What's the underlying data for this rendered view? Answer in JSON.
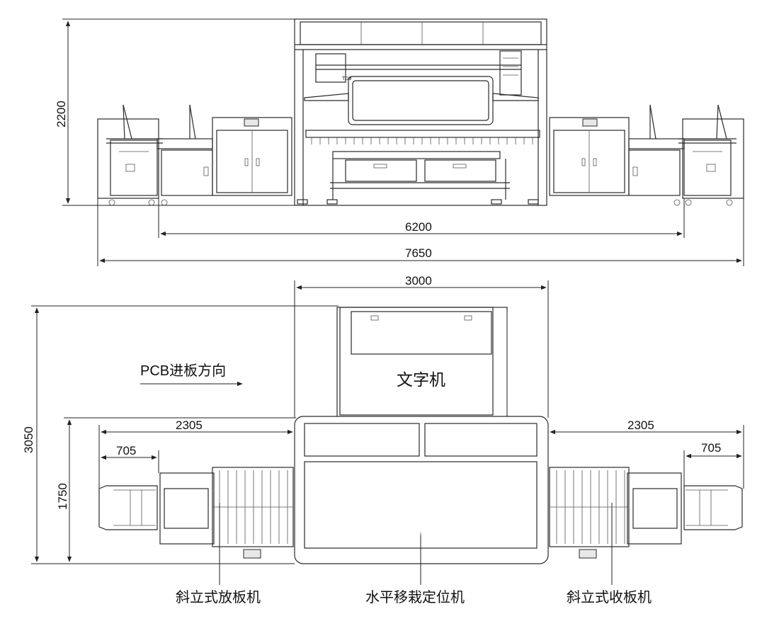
{
  "front_view": {
    "model_tag": "TD9",
    "dims": {
      "height": "2200",
      "inner_width": "6200",
      "overall_width": "7650"
    }
  },
  "top_view": {
    "dims": {
      "printer_width": "3000",
      "total_depth": "3050",
      "module_depth": "1750",
      "left_length": "2305",
      "left_conveyor": "705",
      "right_length": "2305",
      "right_conveyor": "705"
    },
    "direction_label": "PCB进板方向",
    "printer_label": "文字机",
    "labels": {
      "loader": "斜立式放板机",
      "center": "水平移栽定位机",
      "unloader": "斜立式收板机"
    }
  }
}
